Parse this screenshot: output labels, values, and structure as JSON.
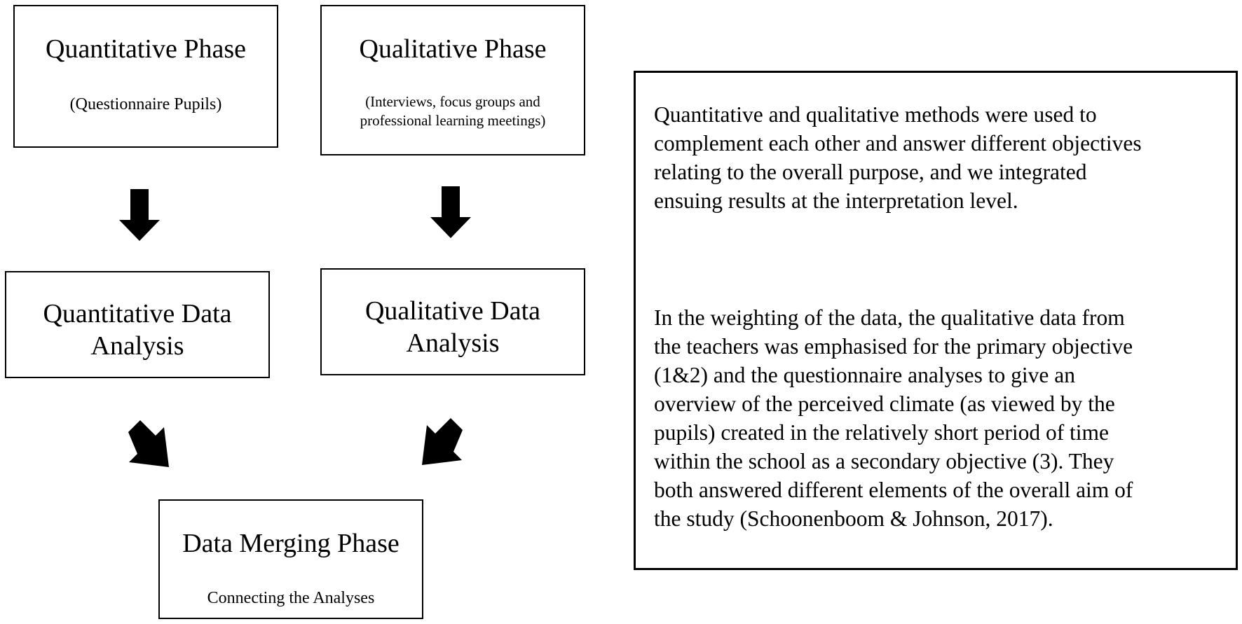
{
  "boxes": {
    "quantitative_phase": {
      "title": "Quantitative Phase",
      "subtitle": "(Questionnaire Pupils)"
    },
    "qualitative_phase": {
      "title": "Qualitative Phase",
      "subtitle_line1": "(Interviews, focus groups and",
      "subtitle_line2": "professional learning meetings)"
    },
    "quantitative_analysis": {
      "title_line1": "Quantitative Data",
      "title_line2": "Analysis"
    },
    "qualitative_analysis": {
      "title_line1": "Qualitative Data",
      "title_line2": "Analysis"
    },
    "merging_phase": {
      "title": "Data Merging Phase",
      "subtitle": "Connecting the Analyses"
    }
  },
  "text_panel": {
    "paragraph1": [
      "Quantitative and qualitative methods were used to",
      "complement each other and answer different objectives",
      "relating to the overall purpose, and we integrated",
      "ensuing results at the interpretation level."
    ],
    "paragraph2": [
      "In the weighting of the data, the qualitative data from",
      "the teachers was emphasised for the primary objective",
      "(1&2) and the questionnaire analyses to give an",
      "overview of the perceived climate (as viewed by the",
      "pupils) created in the relatively short period of time",
      "within the school as a secondary objective (3). They",
      "both answered different elements of the overall aim of",
      "the study (Schoonenboom & Johnson, 2017)."
    ]
  },
  "colors": {
    "stroke": "#000000",
    "background": "#ffffff"
  }
}
